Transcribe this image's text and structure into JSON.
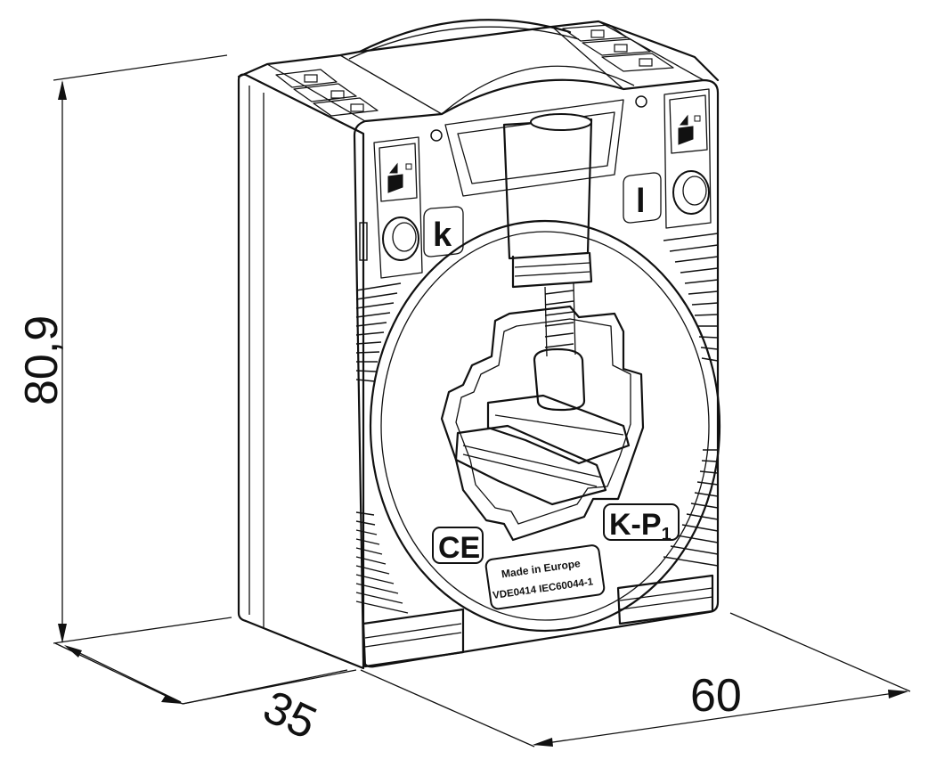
{
  "dimensions": {
    "height": "80,9",
    "depth": "35",
    "width": "60"
  },
  "markings": {
    "terminal_left": "k",
    "terminal_right": "l",
    "model": "K-P",
    "model_subscript": "1",
    "ce": "CE",
    "origin": "Made in Europe",
    "standards": "VDE0414  IEC60044-1"
  },
  "icons": [
    "ce-mark-icon",
    "terminal-screw-icon",
    "arrow-marking-icon"
  ]
}
